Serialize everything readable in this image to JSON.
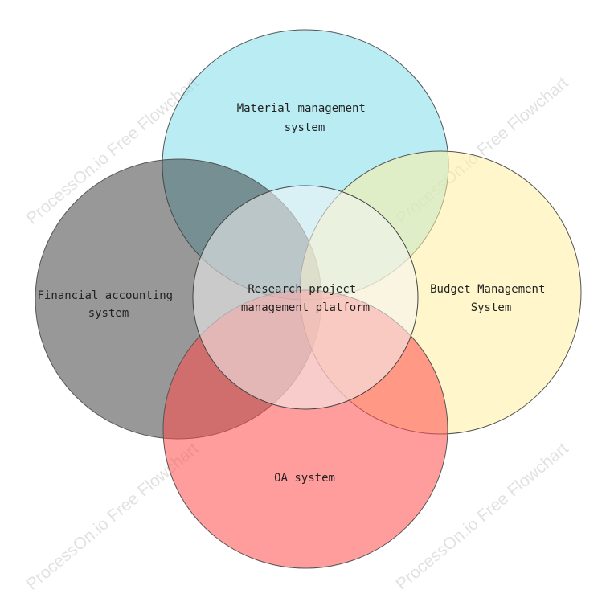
{
  "watermark_text": "ProcessOn.io Free Flowchart",
  "circles": {
    "material": {
      "lines": [
        "Material management",
        "system"
      ],
      "color": "#7fdcea",
      "opacity": 0.55
    },
    "financial": {
      "lines": [
        "Financial accounting",
        "system"
      ],
      "color": "#3a3a3a",
      "opacity": 0.52
    },
    "budget": {
      "lines": [
        "Budget Management",
        "System"
      ],
      "color": "#fff0a0",
      "opacity": 0.55
    },
    "oa": {
      "lines": [
        "OA system"
      ],
      "color": "#ff4b4b",
      "opacity": 0.55
    },
    "center": {
      "lines": [
        "Research project",
        "management platform"
      ],
      "color": "#f4f4f4",
      "opacity": 0.55
    }
  }
}
